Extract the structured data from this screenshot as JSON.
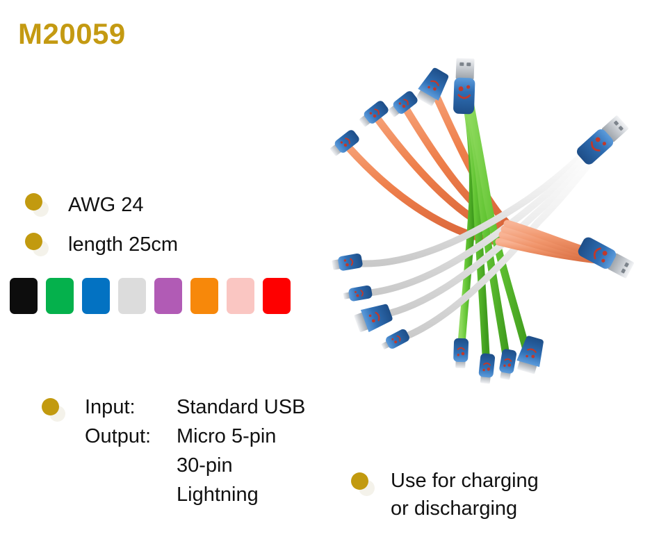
{
  "product": {
    "code": "M20059",
    "code_color": "#C49A12"
  },
  "specs": [
    {
      "label": "AWG 24"
    },
    {
      "label": "length 25cm"
    }
  ],
  "swatches": [
    {
      "name": "black",
      "hex": "#0D0D0D"
    },
    {
      "name": "green",
      "hex": "#05B14C"
    },
    {
      "name": "blue",
      "hex": "#0372C2"
    },
    {
      "name": "silver",
      "hex": "#DCDCDC"
    },
    {
      "name": "purple",
      "hex": "#B15BB5"
    },
    {
      "name": "orange",
      "hex": "#F7880A"
    },
    {
      "name": "pink",
      "hex": "#FAC6C2"
    },
    {
      "name": "red",
      "hex": "#FE0000"
    }
  ],
  "io": {
    "input_label": "Input:",
    "input_value": "Standard USB",
    "output_label": "Output:",
    "output_values": [
      "Micro 5-pin",
      "30-pin",
      "Lightning"
    ]
  },
  "usage": {
    "line1": "Use for charging",
    "line2": "or discharging"
  },
  "photo": {
    "alt": "Four multi-head USB charging cables fanned out in a pinwheel arrangement",
    "cable_colors": {
      "orange": "#EE7F4B",
      "green": "#63C534",
      "white": "#E4E4E4",
      "salmon": "#F0956B"
    },
    "connector_colors": {
      "housing": "#2F6FB5",
      "housing_light": "#4E8FD2",
      "metal": "#C8CBD0",
      "marking": "#C0392B"
    }
  }
}
